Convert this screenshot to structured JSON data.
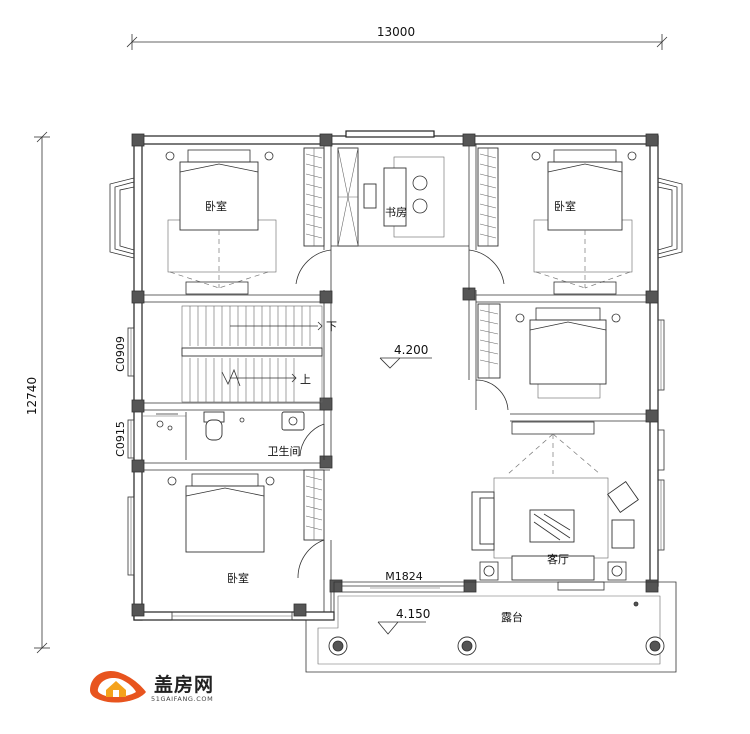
{
  "dimensions": {
    "overall_width": "13000",
    "overall_height": "12740"
  },
  "window_codes": {
    "upper": "C0909",
    "lower": "C0915"
  },
  "rooms": {
    "bedroom_top_left": "卧室",
    "study": "书房",
    "bedroom_top_right": "卧室",
    "bathroom": "卫生间",
    "bedroom_bottom_left": "卧室",
    "living_room": "客厅",
    "terrace": "露台"
  },
  "stair": {
    "down": "下",
    "up": "上"
  },
  "elevations": {
    "floor": "4.200",
    "terrace": "4.150"
  },
  "door_code": "M1824",
  "logo": {
    "name": "盖房网",
    "url": "51GAIFANG.COM",
    "colors": {
      "outer": "#e8541e",
      "inner": "#f5a21b"
    }
  }
}
